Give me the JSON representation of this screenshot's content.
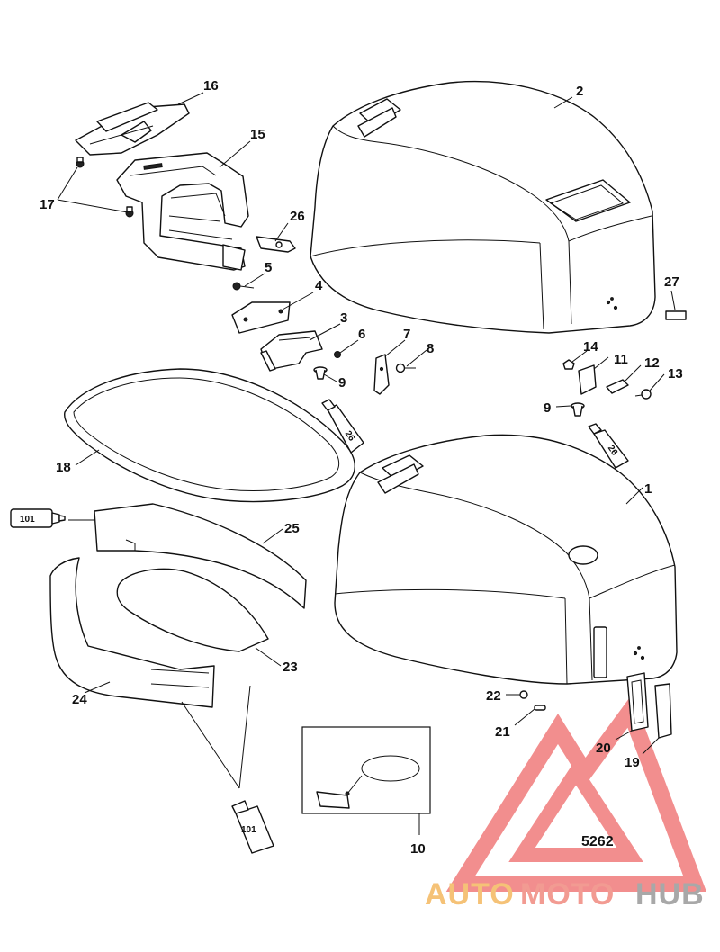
{
  "diagram": {
    "callouts": {
      "c1": "1",
      "c2": "2",
      "c3": "3",
      "c4": "4",
      "c5": "5",
      "c6": "6",
      "c7": "7",
      "c8": "8",
      "c9a": "9",
      "c9b": "9",
      "c10": "10",
      "c11": "11",
      "c12": "12",
      "c13": "13",
      "c14": "14",
      "c15": "15",
      "c16": "16",
      "c17": "17",
      "c18": "18",
      "c19": "19",
      "c20": "20",
      "c21": "21",
      "c22": "22",
      "c23": "23",
      "c24": "24",
      "c25": "25",
      "c26": "26",
      "c27": "27"
    },
    "tube_labels": {
      "t26a": "26",
      "t26b": "26",
      "t101a": "101",
      "t101b": "101"
    },
    "diagram_code": "5262"
  },
  "watermark": {
    "word_auto": "AUTO",
    "word_moto": "MOTO",
    "word_hub": "HUB",
    "colors": {
      "logo_red": "#f07b7b",
      "auto_orange": "#f4b860",
      "moto_red": "#f08a80",
      "hub_gray": "#9a9a9a"
    }
  },
  "colors": {
    "line": "#111111",
    "background": "#ffffff"
  }
}
